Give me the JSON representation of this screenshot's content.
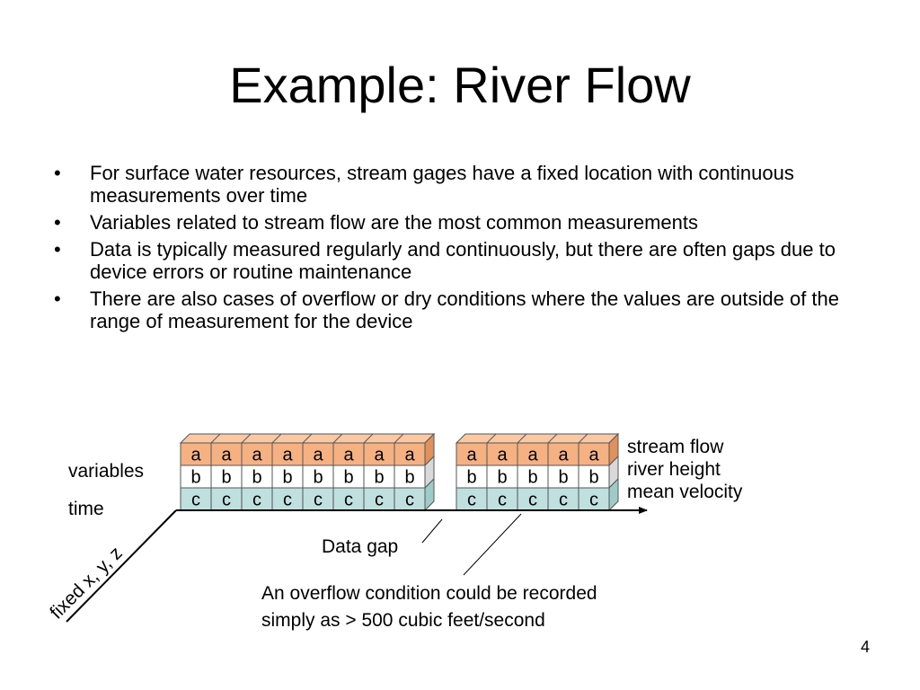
{
  "slide": {
    "title": "Example: River Flow",
    "bullets": [
      "For surface water resources, stream gages have a fixed location with continuous measurements over time",
      "Variables related to stream flow are the most common measurements",
      "Data is typically measured regularly and continuously, but there are often gaps due to device errors or routine maintenance",
      "There are also cases of overflow or dry conditions where the values are outside of the range of measurement for the device"
    ],
    "page_number": "4"
  },
  "diagram": {
    "variable_letters": [
      "a",
      "b",
      "c"
    ],
    "block1_columns": 8,
    "block2_columns": 5,
    "right_labels": [
      "stream flow",
      "river height",
      "mean velocity"
    ],
    "left_labels": {
      "variables": "variables",
      "time": "time"
    },
    "axis_label": "fixed x, y, z",
    "data_gap_label": "Data gap",
    "overflow_note": [
      "An overflow condition could be recorded",
      "simply as > 500 cubic feet/second"
    ],
    "colors": {
      "row_a": "#f6b183",
      "row_a_top": "#f9c9a6",
      "row_a_side": "#e0915c",
      "row_b": "#ffffff",
      "row_b_side": "#d9d9d9",
      "row_c": "#bfe0df",
      "row_c_side": "#9ccbca"
    }
  }
}
